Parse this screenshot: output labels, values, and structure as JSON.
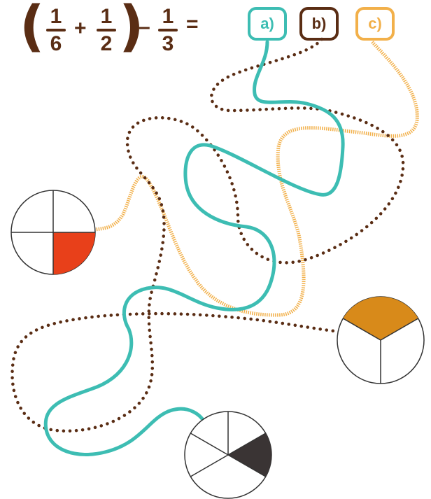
{
  "equation": {
    "frac1": {
      "num": "1",
      "den": "6"
    },
    "plus": "+",
    "frac2": {
      "num": "1",
      "den": "2"
    },
    "minus": "–",
    "frac3": {
      "num": "1",
      "den": "3"
    },
    "equals": "=",
    "open_paren": "(",
    "close_paren": ")"
  },
  "options": [
    {
      "label": "a)",
      "color": "#3dbdb3"
    },
    {
      "label": "b)",
      "color": "#5a2d14"
    },
    {
      "label": "c)",
      "color": "#f2b04a"
    }
  ],
  "circles": [
    {
      "name": "quarters",
      "parts": 4,
      "shaded": 1,
      "fill": "#e8401a"
    },
    {
      "name": "thirds",
      "parts": 3,
      "shaded": 1,
      "fill": "#d88a1a"
    },
    {
      "name": "sixths",
      "parts": 6,
      "shaded": 1,
      "fill": "#3a3434"
    }
  ]
}
